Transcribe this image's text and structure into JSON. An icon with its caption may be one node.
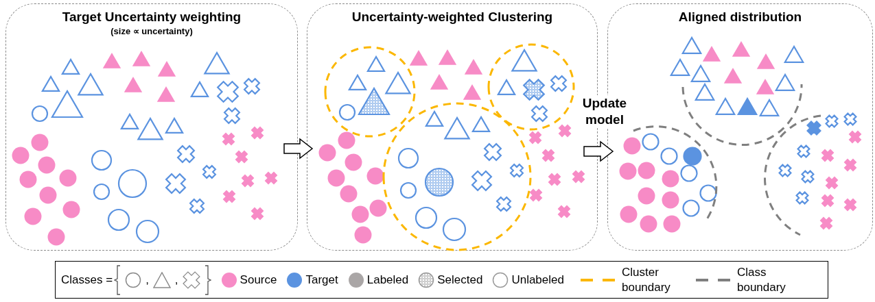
{
  "diagram": {
    "nodes": [
      {
        "text": [
          "Target Uncertainty weighting",
          "(size ∝ uncertainty)"
        ]
      },
      {
        "text": [
          "Uncertainty-weighted Clustering"
        ]
      },
      {
        "text": [
          "Aligned distribution"
        ]
      }
    ],
    "edges": [
      {
        "from": 0,
        "to": 1,
        "arrow": "to"
      },
      {
        "from": 1,
        "to": 2,
        "arrow": "to",
        "label": "Update model"
      }
    ],
    "labels": [
      ",",
      ","
    ],
    "legend": [
      {
        "text": "Classes ="
      },
      {
        "text": "Source",
        "color": "#f78bc6"
      },
      {
        "text": "Target",
        "color": "#5b93e0"
      },
      {
        "text": "Labeled",
        "color": "#aaa6a6"
      },
      {
        "text": "Selected"
      },
      {
        "text": "Unlabeled"
      },
      {
        "text": "Cluster boundary"
      },
      {
        "text": "Class boundary"
      }
    ]
  }
}
